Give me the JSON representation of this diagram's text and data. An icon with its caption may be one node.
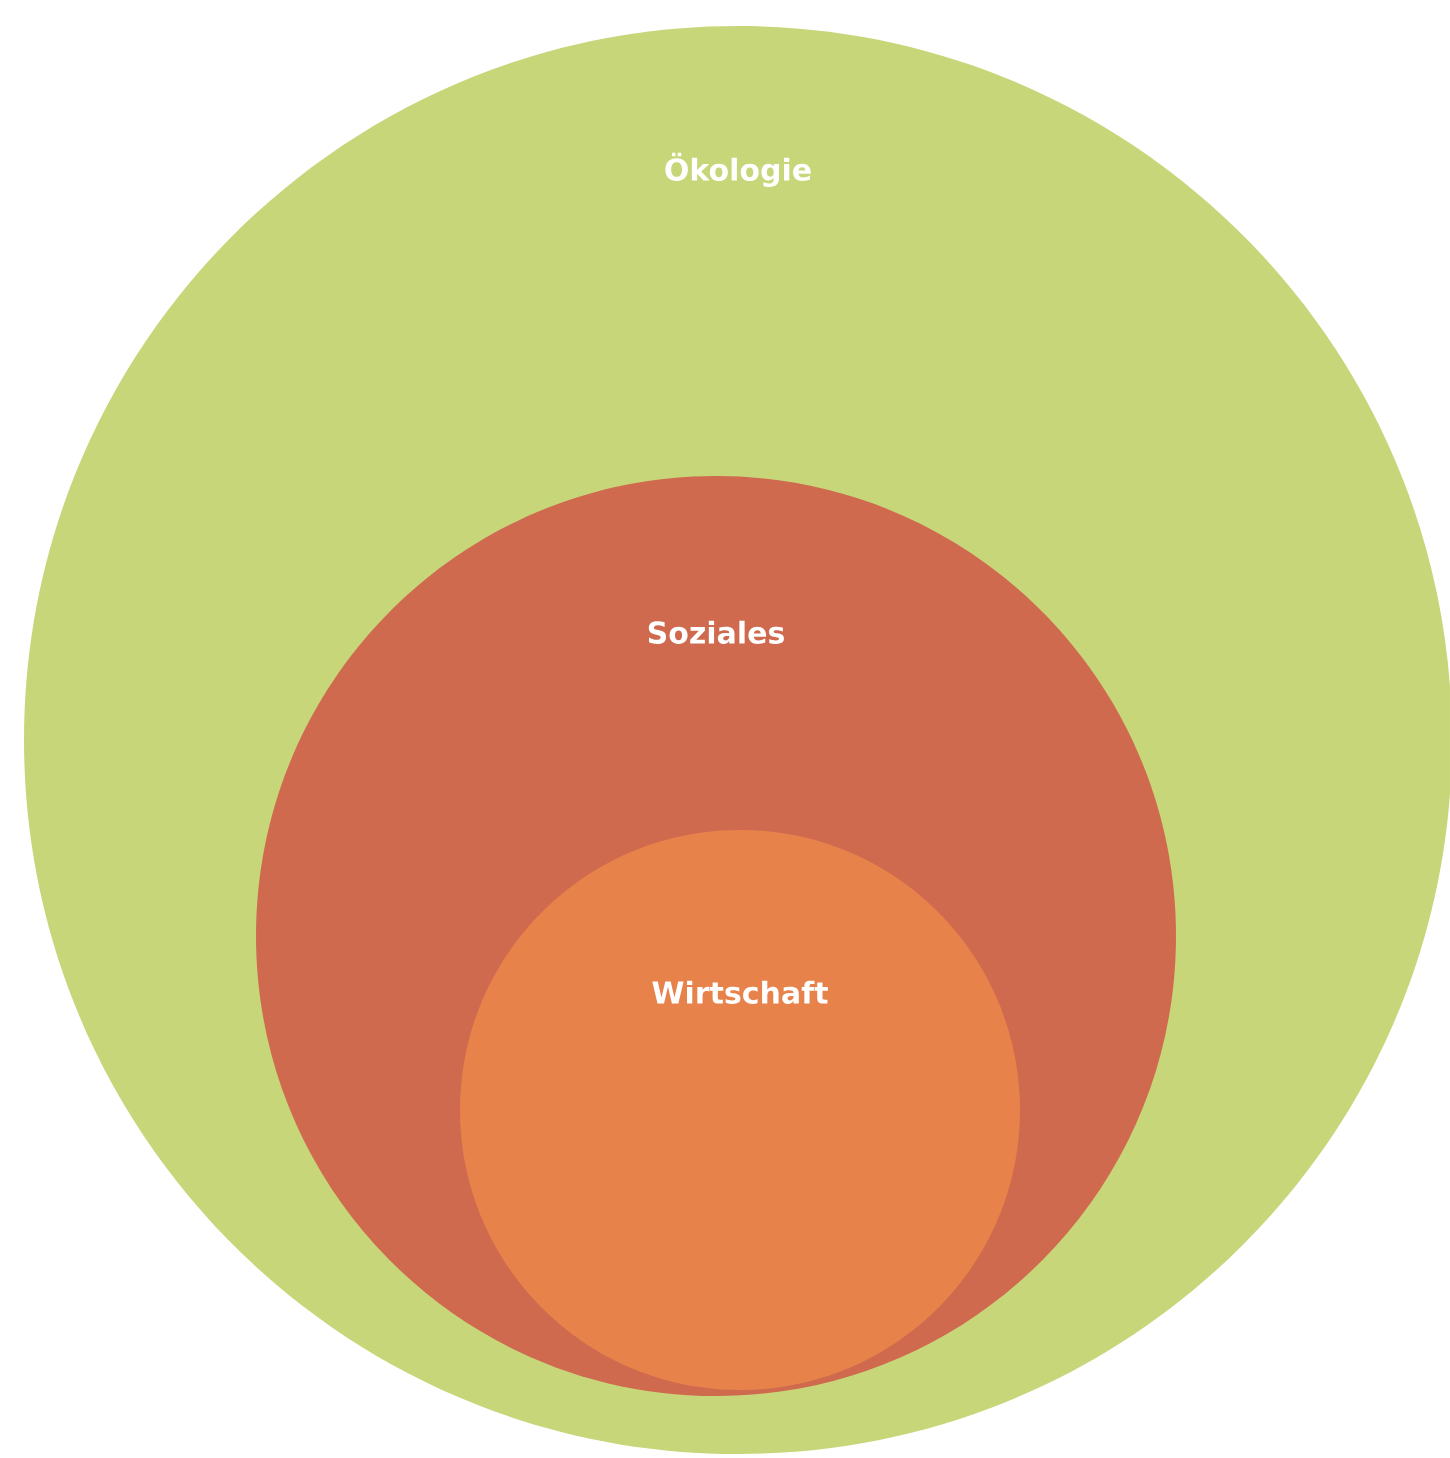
{
  "diagram": {
    "nodes": [
      {
        "text": [
          "Ökologie"
        ]
      },
      {
        "text": [
          "Soziales"
        ],
        "in": 0
      },
      {
        "text": [
          "Wirtschaft"
        ],
        "in": 1
      }
    ]
  }
}
